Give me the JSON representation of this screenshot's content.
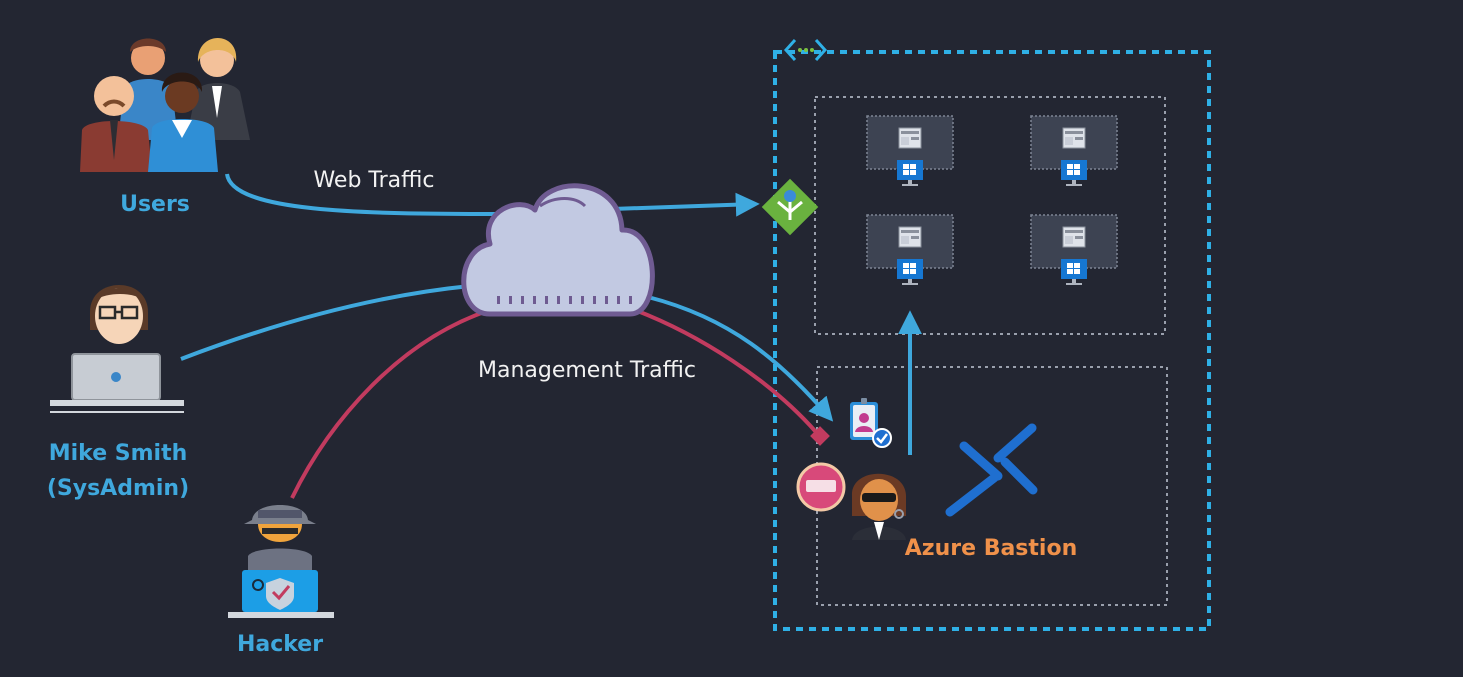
{
  "actors": {
    "users": "Users",
    "sysadmin_name": "Mike Smith",
    "sysadmin_role": "(SysAdmin)",
    "hacker": "Hacker"
  },
  "flows": {
    "web": "Web Traffic",
    "management": "Management Traffic"
  },
  "bastion": {
    "label": "Azure Bastion"
  },
  "icons": [
    "users-group-icon",
    "sysadmin-laptop-icon",
    "hacker-icon",
    "cloud-icon",
    "load-balancer-icon",
    "vnet-icon",
    "virtual-machine-icon",
    "identity-verified-icon",
    "blocked-icon",
    "security-guard-icon",
    "azure-bastion-icon"
  ],
  "colors": {
    "background": "#232632",
    "allowed": "#3fa8dd",
    "blocked": "#c23b5f",
    "bastion_label": "#f0914a",
    "label_blue": "#3fa8dd"
  }
}
